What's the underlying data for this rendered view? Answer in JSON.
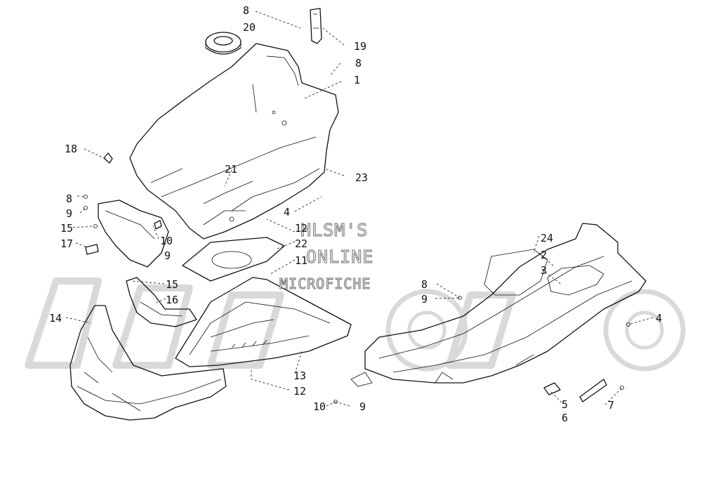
{
  "watermark": {
    "line1": "HLSM'S",
    "line2": "ONLINE",
    "line3": "MICROFICHE"
  },
  "colors": {
    "line": "#111111",
    "background": "#ffffff",
    "watermark_outline": "#8a8a8a",
    "background_logo": "#d9d9d9"
  },
  "callouts": {
    "c8_top": "8",
    "c20": "20",
    "c19": "19",
    "c8_upper_right": "8",
    "c1": "1",
    "c18": "18",
    "c21": "21",
    "c23": "23",
    "c8_left": "8",
    "c9_left": "9",
    "c4_mid": "4",
    "c15_left": "15",
    "c12_upper": "12",
    "c17": "17",
    "c10_left": "10",
    "c22": "22",
    "c9_mid": "9",
    "c11": "11",
    "c15_mid": "15",
    "c16": "16",
    "c14": "14",
    "c13": "13",
    "c12_lower": "12",
    "c24": "24",
    "c2": "2",
    "c3": "3",
    "c8_right": "8",
    "c9_right": "9",
    "c4_right": "4",
    "c10_bottom": "10",
    "c9_bottom": "9",
    "c5": "5",
    "c6": "6",
    "c7": "7"
  }
}
